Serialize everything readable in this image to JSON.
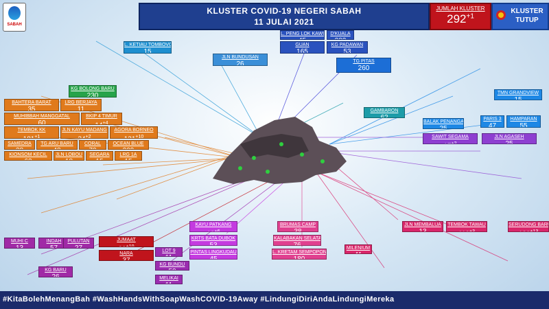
{
  "header": {
    "title": "KLUSTER COVID-19 NEGERI SABAH",
    "date": "11 JULAI 2021",
    "logo_text": "SABAH"
  },
  "jumlah": {
    "label": "JUMLAH KLUSTER",
    "value": "292",
    "delta": "+1"
  },
  "tutup": {
    "label": "KLUSTER TUTUP"
  },
  "footer": {
    "hashtags": "#KitaBolehMenangBah #WashHandsWithSoapWashCOVID-19Away #LindungiDiriAndaLindungiMereka"
  },
  "clusters": [
    {
      "name": "BAHTERA BARAT",
      "count": "35",
      "color": "#e07a1c"
    },
    {
      "name": "LRG BERJAYA",
      "count": "11",
      "color": "#e07a1c"
    },
    {
      "name": "MUHIBBAH MANGGATAL",
      "count": "60",
      "color": "#e07a1c"
    },
    {
      "name": "BKIP 4 TIMUR",
      "count": "14",
      "delta": "+4",
      "color": "#e07a1c"
    },
    {
      "name": "TEMBOK KK",
      "count": "181",
      "delta": "+1",
      "color": "#e07a1c"
    },
    {
      "name": "JLN KAYU MADANG",
      "count": "34",
      "delta": "+2",
      "color": "#e07a1c"
    },
    {
      "name": "AGORA BORNEO",
      "count": "121",
      "delta": "+10",
      "color": "#e07a1c"
    },
    {
      "name": "SAMEDRA",
      "count": "38",
      "color": "#e07a1c"
    },
    {
      "name": "TG ARU BARU",
      "count": "48",
      "color": "#e07a1c"
    },
    {
      "name": "CORAL",
      "count": "70",
      "color": "#e07a1c"
    },
    {
      "name": "OCEAN BLUE",
      "count": "209",
      "color": "#e07a1c"
    },
    {
      "name": "KIONSOM KECIL",
      "count": "63",
      "color": "#e07a1c"
    },
    {
      "name": "JLN LOBOU",
      "count": "18",
      "color": "#e07a1c"
    },
    {
      "name": "SEGARA",
      "count": "15",
      "color": "#e07a1c"
    },
    {
      "name": "LRG 1A",
      "count": "15",
      "color": "#e07a1c"
    },
    {
      "name": "KG BOLONG BARU",
      "count": "230",
      "color": "#27a34a"
    },
    {
      "name": "JLN BUNDUSAN",
      "count": "26",
      "color": "#3b8fd8"
    },
    {
      "name": "TG PITAS",
      "count": "260",
      "color": "#1c6ed6"
    },
    {
      "name": "L. PENG LOK KAWI",
      "count": "45",
      "color": "#2a52be"
    },
    {
      "name": "D'KUALA",
      "count": "202",
      "color": "#2a52be"
    },
    {
      "name": "GUAN",
      "count": "165",
      "color": "#2a52be"
    },
    {
      "name": "KG PADAWAN",
      "count": "53",
      "color": "#2a52be"
    },
    {
      "name": "L. KETIAU TOMBOVO",
      "count": "15",
      "color": "#1e8fd0"
    },
    {
      "name": "GAMBARON",
      "count": "62",
      "color": "#1d9ca8"
    },
    {
      "name": "BALAK PENANGAH",
      "count": "25",
      "color": "#1e88e5"
    },
    {
      "name": "PARIS 3",
      "count": "47",
      "color": "#1e88e5"
    },
    {
      "name": "HAMPARAN",
      "count": "55",
      "color": "#1e88e5"
    },
    {
      "name": "SAWIT SEGAMA",
      "count": "17",
      "delta": "+2",
      "color": "#8e3fd1"
    },
    {
      "name": "JLN AGASEH",
      "count": "25",
      "color": "#8e3fd1"
    },
    {
      "name": "TMN GRANDVIEW",
      "count": "15",
      "color": "#1e88e5"
    },
    {
      "name": "KAYU PATKANG",
      "count": "19",
      "delta": "+6",
      "color": "#c43be0"
    },
    {
      "name": "KRTS BATA DUBOK",
      "count": "53",
      "color": "#c43be0"
    },
    {
      "name": "PINTAS LINGKUDAU",
      "count": "45",
      "color": "#c43be0"
    },
    {
      "name": "BRUMAS CAMP",
      "count": "38",
      "color": "#e0408f"
    },
    {
      "name": "KALABAKAN SELATAN",
      "count": "76",
      "color": "#e0408f"
    },
    {
      "name": "L. KRETAM SEMPOPON",
      "count": "180",
      "color": "#e0408f"
    },
    {
      "name": "JLN MEMBALUA",
      "count": "13",
      "color": "#d9276b"
    },
    {
      "name": "TEMBOK TAWAU",
      "count": "118",
      "delta": "+3",
      "color": "#d9276b"
    },
    {
      "name": "SERUDONG BARU",
      "count": "120",
      "delta": "+13",
      "color": "#d9276b"
    },
    {
      "name": "MILENIUM",
      "count": "41",
      "color": "#d9276b"
    },
    {
      "name": "KG BARU",
      "count": "26",
      "color": "#a02aa6"
    },
    {
      "name": "MUHI C",
      "count": "13",
      "color": "#a02aa6"
    },
    {
      "name": "INDAH",
      "count": "57",
      "color": "#a02aa6"
    },
    {
      "name": "PULUTAN",
      "count": "27",
      "color": "#a02aa6"
    },
    {
      "name": "LOT 9",
      "count": "11",
      "color": "#9b2db0"
    },
    {
      "name": "KG BUNDU",
      "count": "50",
      "color": "#9b2db0"
    },
    {
      "name": "MELIKAI",
      "count": "11",
      "color": "#9b2db0"
    },
    {
      "name": "JUMAAT",
      "count": "88",
      "delta": "+10",
      "color": "#c0141c"
    },
    {
      "name": "NARA",
      "count": "37",
      "color": "#c0141c"
    }
  ]
}
